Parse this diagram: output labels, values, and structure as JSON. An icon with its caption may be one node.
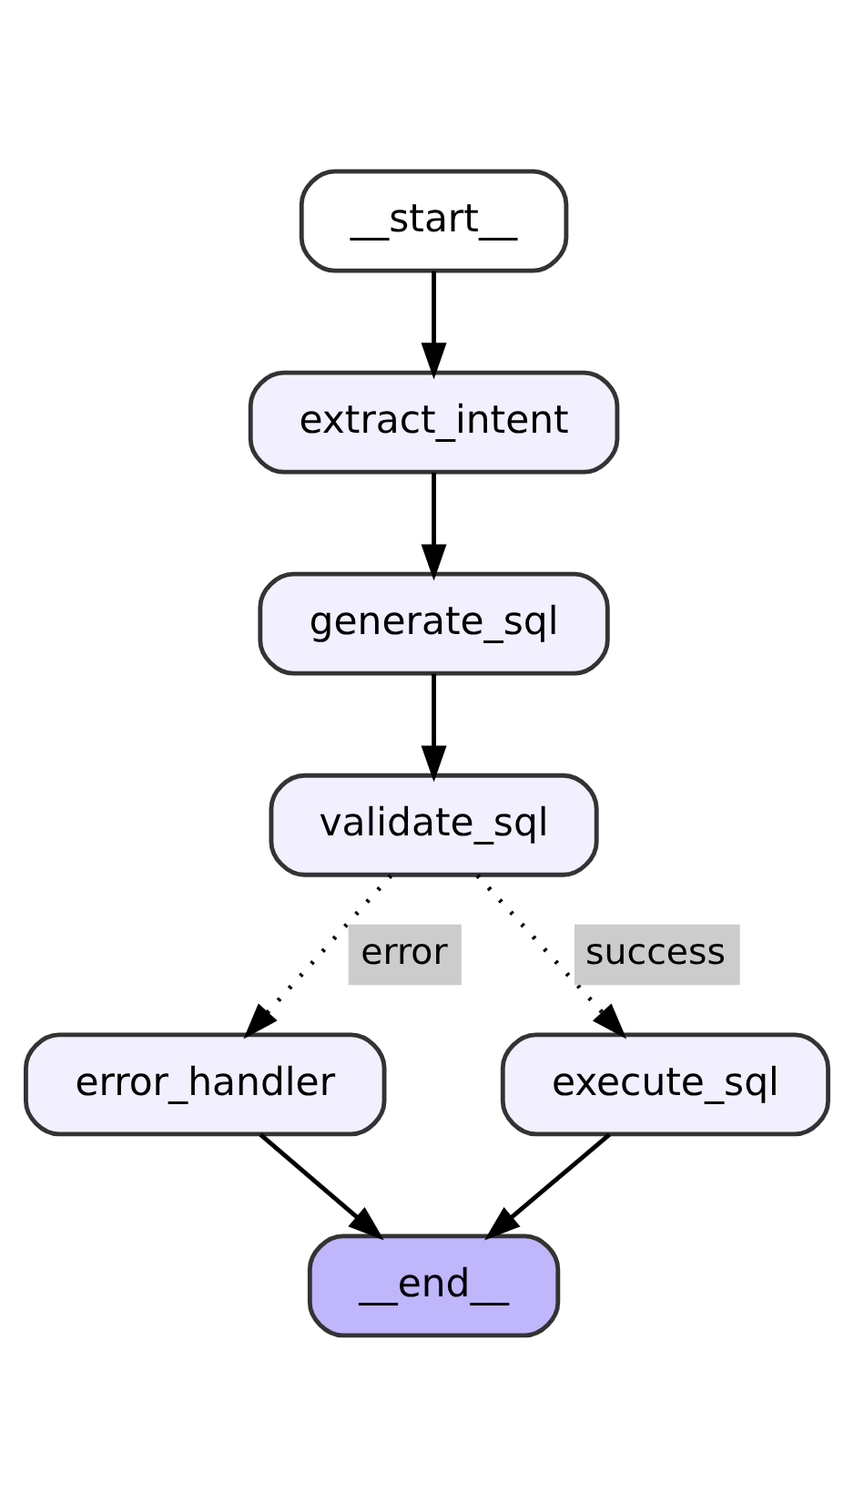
{
  "diagram": {
    "nodes": [
      {
        "text": [
          "__start__"
        ]
      },
      {
        "text": [
          "extract_intent"
        ]
      },
      {
        "text": [
          "generate_sql"
        ]
      },
      {
        "text": [
          "validate_sql"
        ]
      },
      {
        "text": [
          "error_handler"
        ]
      },
      {
        "text": [
          "execute_sql"
        ]
      },
      {
        "text": [
          "__end__"
        ]
      }
    ],
    "edges": [
      {
        "from": 0,
        "to": 1,
        "arrow": "to"
      },
      {
        "from": 1,
        "to": 2,
        "arrow": "to"
      },
      {
        "from": 2,
        "to": 3,
        "arrow": "to"
      },
      {
        "from": 3,
        "to": 4,
        "arrow": "to",
        "style": "dashed",
        "label": "error"
      },
      {
        "from": 3,
        "to": 5,
        "arrow": "to",
        "style": "dashed",
        "label": "success"
      },
      {
        "from": 4,
        "to": 6,
        "arrow": "to"
      },
      {
        "from": 5,
        "to": 6,
        "arrow": "to"
      }
    ]
  }
}
